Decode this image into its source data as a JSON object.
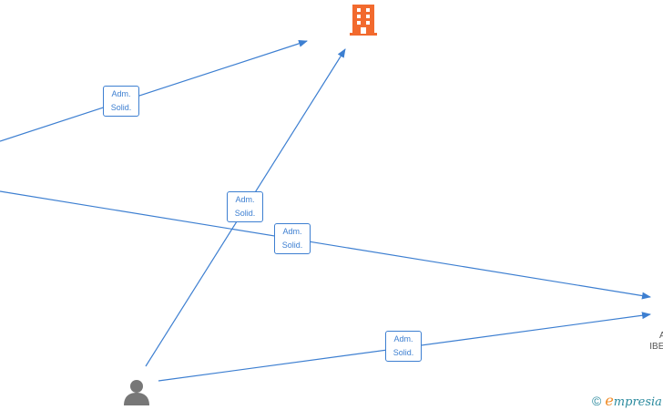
{
  "diagram": {
    "edge_label_line1": "Adm.",
    "edge_label_line2": "Solid.",
    "node_label_partial_line1": "A",
    "node_label_partial_line2": "IBE"
  },
  "colors": {
    "edge": "#3d7fd1",
    "company_icon": "#f26a2e",
    "person_icon": "#777777"
  },
  "icons": {
    "company": "building-icon",
    "person": "person-icon"
  },
  "watermark": {
    "copyright_symbol": "©",
    "brand_initial": "e",
    "brand_rest": "mpresia"
  }
}
